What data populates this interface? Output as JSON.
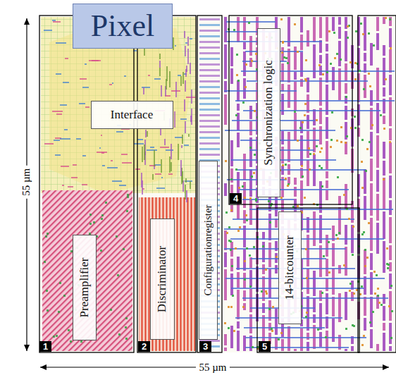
{
  "diagram": {
    "nodes": [
      {
        "text": [
          "Pixel"
        ]
      },
      {
        "text": [
          "Interface"
        ]
      },
      {
        "text": [
          "Preamplifier"
        ]
      },
      {
        "text": [
          "Discriminator"
        ]
      },
      {
        "text": [
          "Configurationregister"
        ]
      },
      {
        "text": [
          "Synchronization logic"
        ]
      },
      {
        "text": [
          "14-bitcounter"
        ]
      }
    ],
    "labels": [
      "1",
      "2",
      "3",
      "4",
      "5",
      "55 µm",
      "55 µm"
    ]
  }
}
